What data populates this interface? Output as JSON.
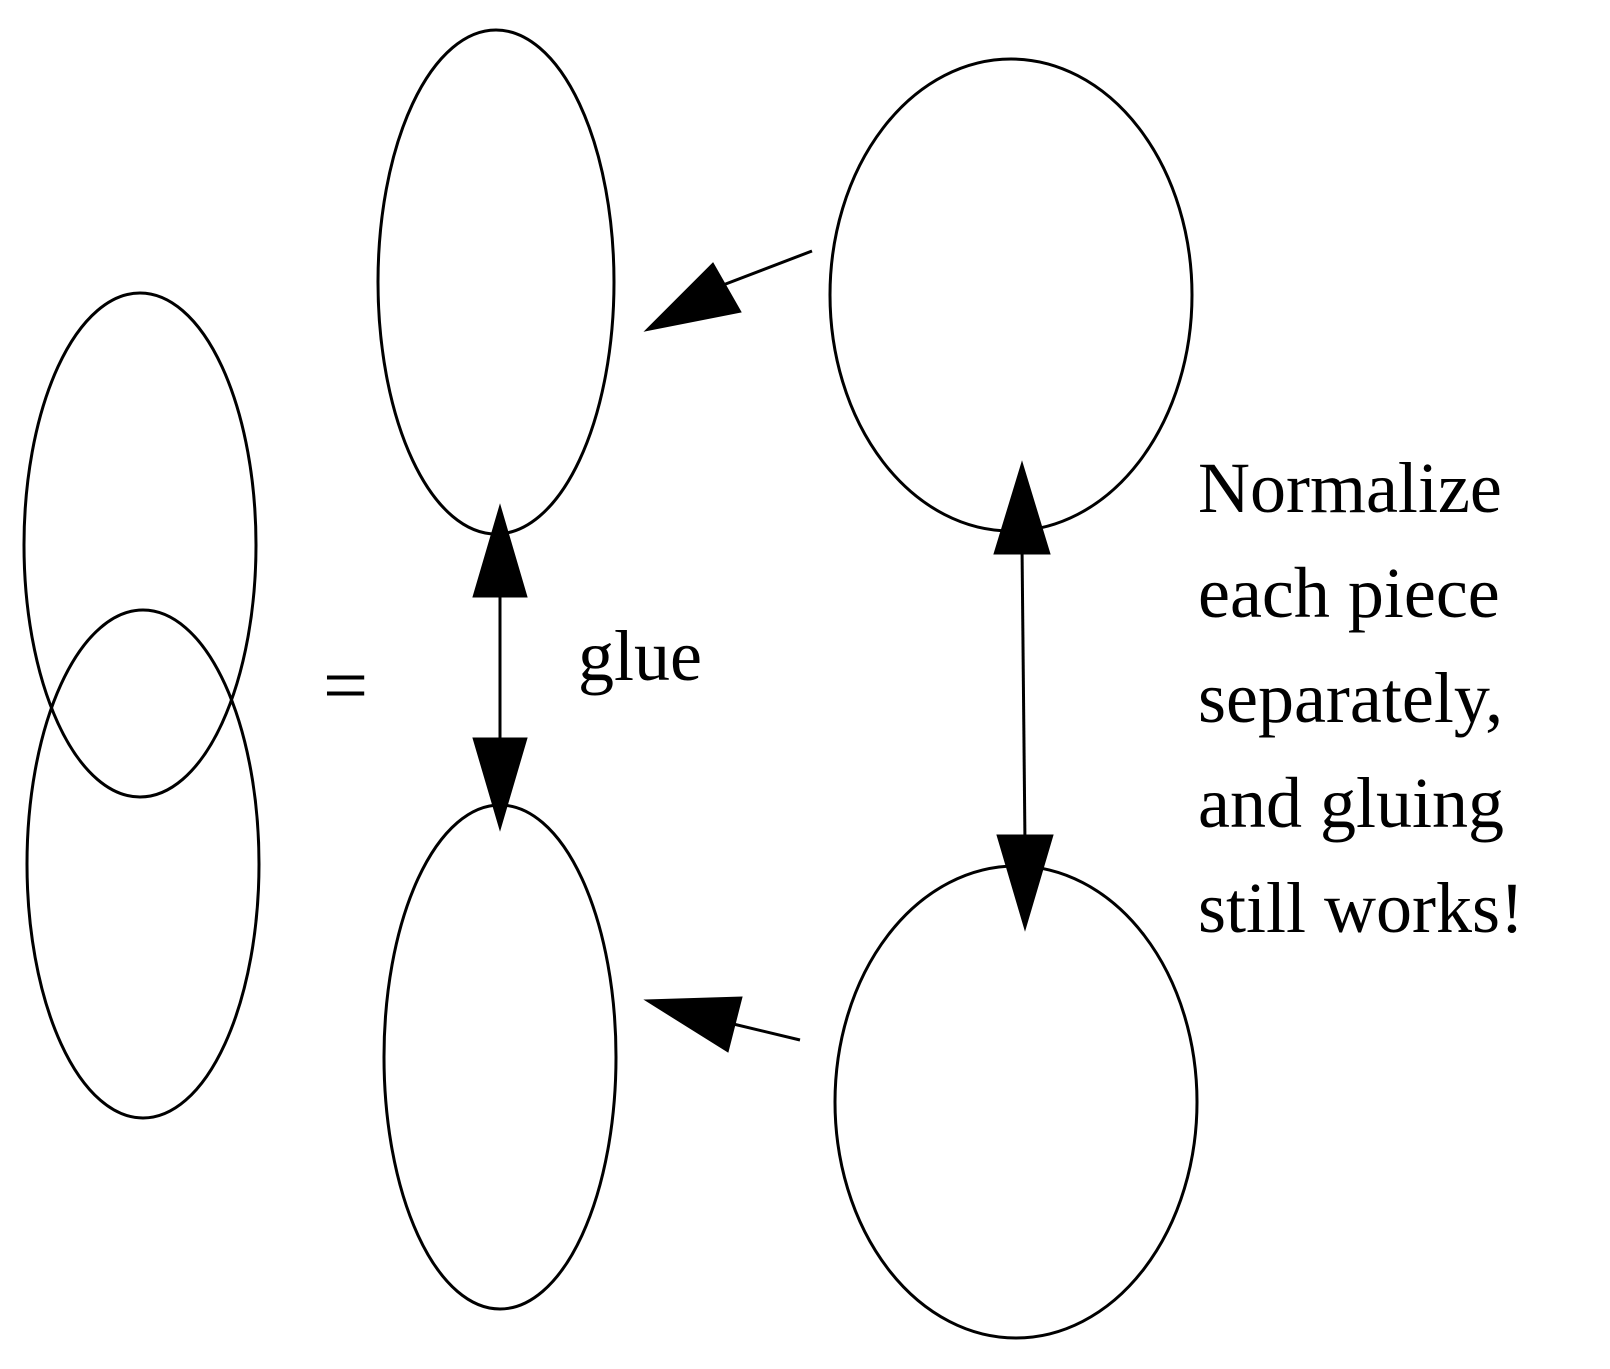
{
  "equals_sign": "=",
  "glue_label": "glue",
  "caption_lines": [
    "Normalize",
    "each piece",
    "separately,",
    "and gluing",
    "still works!"
  ]
}
